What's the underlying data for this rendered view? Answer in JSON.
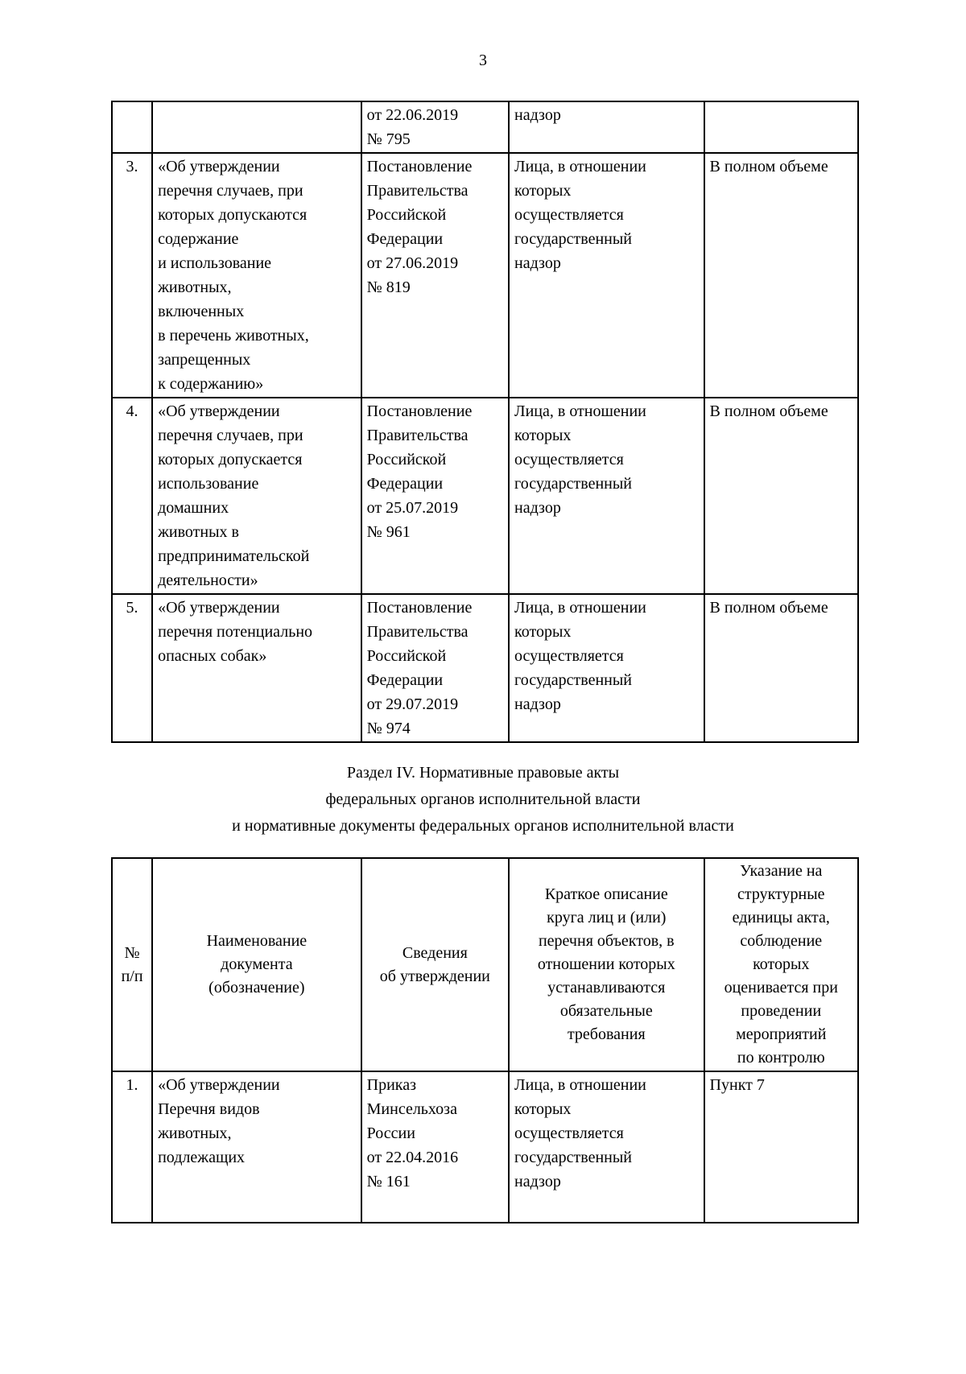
{
  "page": {
    "number": "3"
  },
  "table1": {
    "continuation": {
      "approval": "от 22.06.2019\n№ 795",
      "persons": "надзор"
    },
    "rows": [
      {
        "num": "3.",
        "name": "«Об утверждении\nперечня случаев, при\nкоторых допускаются\nсодержание\nи использование\nживотных,\nвключенных\nв перечень животных,\nзапрещенных\nк содержанию»",
        "approval": "Постановление\nПравительства\nРоссийской\nФедерации\nот 27.06.2019\n№ 819",
        "persons": "Лица, в отношении\nкоторых\nосуществляется\nгосударственный\nнадзор",
        "scope": "В полном объеме"
      },
      {
        "num": "4.",
        "name": "«Об утверждении\nперечня случаев, при\nкоторых допускается\nиспользование\nдомашних\nживотных в\nпредпринимательской\nдеятельности»",
        "approval": "Постановление\nПравительства\nРоссийской\nФедерации\nот 25.07.2019\n№ 961",
        "persons": "Лица, в отношении\nкоторых\nосуществляется\nгосударственный\nнадзор",
        "scope": "В полном объеме"
      },
      {
        "num": "5.",
        "name": "«Об утверждении\nперечня потенциально\nопасных собак»",
        "approval": "Постановление\nПравительства\nРоссийской\nФедерации\nот 29.07.2019\n№ 974",
        "persons": "Лица, в отношении\nкоторых\nосуществляется\nгосударственный\nнадзор",
        "scope": "В полном объеме"
      }
    ]
  },
  "section": {
    "line1": "Раздел IV. Нормативные правовые акты",
    "line2": "федеральных органов исполнительной власти",
    "line3": "и нормативные документы федеральных органов исполнительной власти"
  },
  "table2": {
    "headers": {
      "num": "№\nп/п",
      "name": "Наименование\nдокумента\n(обозначение)",
      "approval": "Сведения\nоб утверждении",
      "persons": "Краткое описание\nкруга лиц и (или)\nперечня объектов, в\nотношении которых\nустанавливаются\nобязательные\nтребования",
      "units": "Указание на\nструктурные\nединицы акта,\nсоблюдение\nкоторых\nоценивается при\nпроведении\nмероприятий\nпо контролю"
    },
    "rows": [
      {
        "num": "1.",
        "name": "«Об утверждении\nПеречня видов\nживотных,\nподлежащих",
        "approval": "Приказ\nМинсельхоза\nРоссии\nот 22.04.2016\n№ 161",
        "persons": "Лица, в отношении\nкоторых\nосуществляется\nгосударственный\nнадзор",
        "units": "Пункт 7"
      }
    ]
  }
}
